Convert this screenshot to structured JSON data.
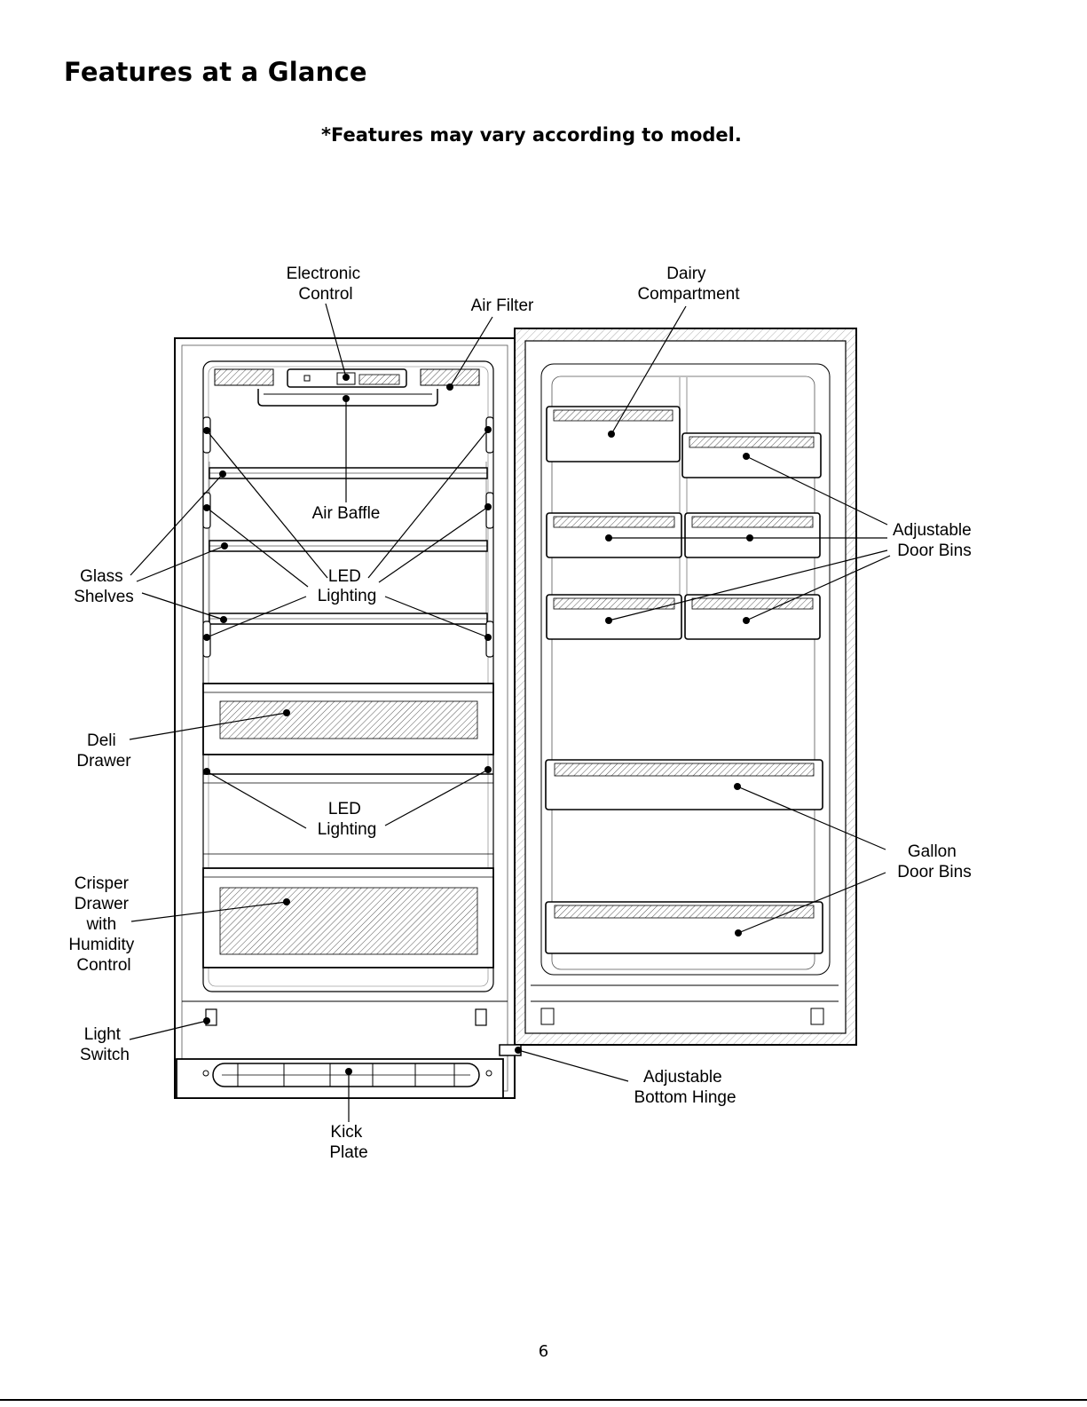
{
  "page": {
    "title": "Features at a Glance",
    "subtitle": "*Features may vary according to model.",
    "page_number": "6"
  },
  "labels": {
    "electronic_control": [
      "Electronic",
      "Control"
    ],
    "air_filter": [
      "Air Filter"
    ],
    "dairy_compartment": [
      "Dairy",
      "Compartment"
    ],
    "air_baffle": [
      "Air Baffle"
    ],
    "glass_shelves": [
      "Glass",
      "Shelves"
    ],
    "led_lighting_top": [
      "LED",
      "Lighting"
    ],
    "adjustable_door_bins": [
      "Adjustable",
      "Door Bins"
    ],
    "deli_drawer": [
      "Deli",
      "Drawer"
    ],
    "led_lighting_bottom": [
      "LED",
      "Lighting"
    ],
    "gallon_door_bins": [
      "Gallon",
      "Door Bins"
    ],
    "crisper_drawer": [
      "Crisper",
      "Drawer",
      "with",
      "Humidity",
      "Control"
    ],
    "light_switch": [
      "Light",
      "Switch"
    ],
    "adjustable_bottom_hinge": [
      "Adjustable",
      "Bottom Hinge"
    ],
    "kick_plate": [
      "Kick",
      "Plate"
    ]
  }
}
